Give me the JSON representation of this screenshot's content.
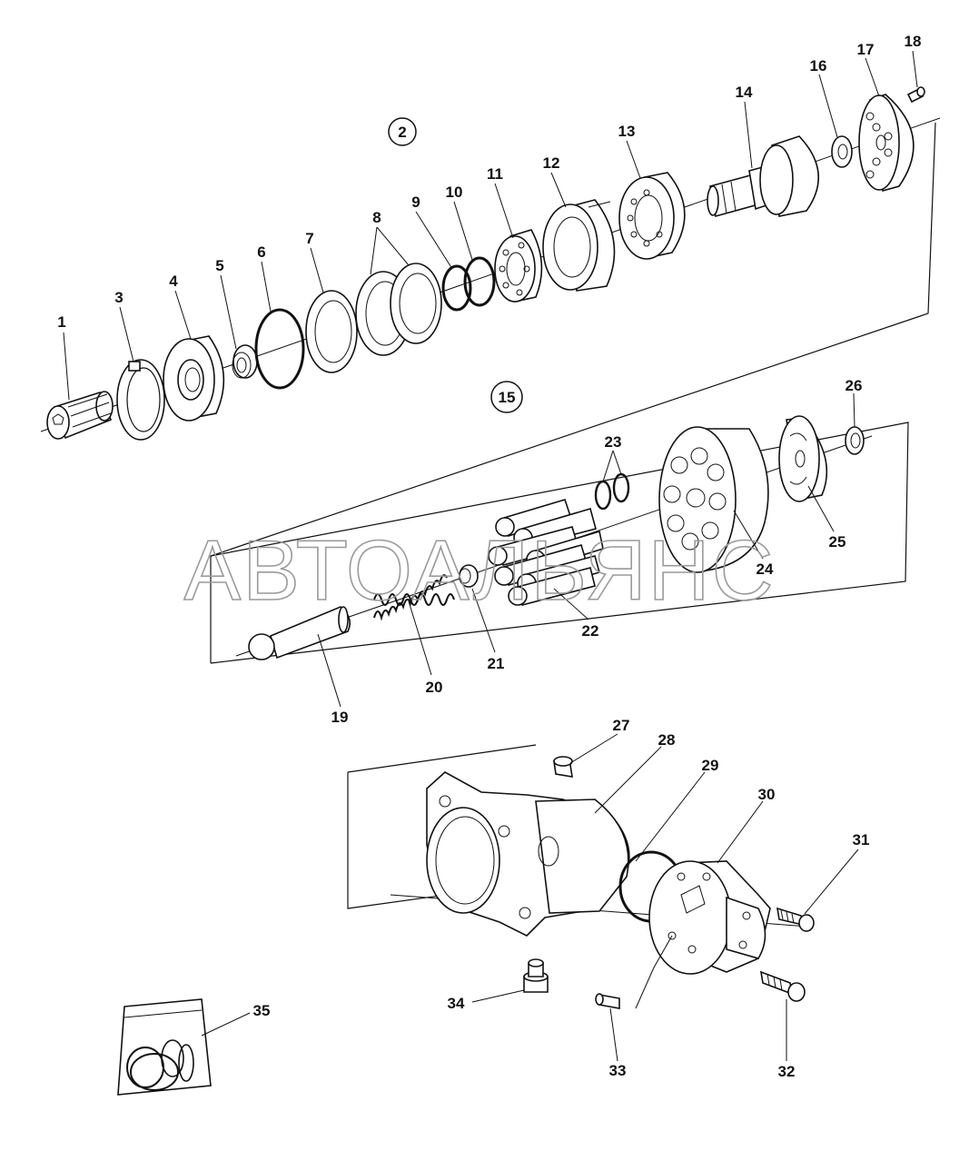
{
  "watermark": "АВТОАЛЬЯНС",
  "group_labels": [
    "2",
    "15"
  ],
  "part_numbers": [
    "1",
    "3",
    "4",
    "5",
    "6",
    "7",
    "8",
    "9",
    "10",
    "11",
    "12",
    "13",
    "14",
    "16",
    "17",
    "18",
    "19",
    "20",
    "21",
    "22",
    "23",
    "24",
    "25",
    "26",
    "27",
    "28",
    "29",
    "30",
    "31",
    "32",
    "33",
    "34",
    "35"
  ]
}
